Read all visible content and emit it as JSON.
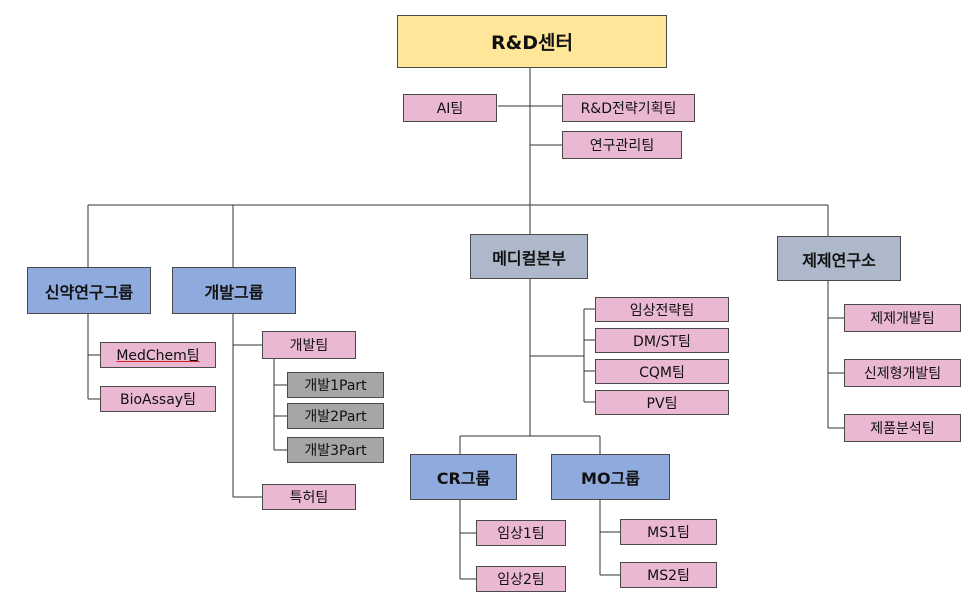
{
  "root": "R&D센터",
  "ai_team": "AI팀",
  "strategy_team": "R&D전략기획팀",
  "research_mgmt": "연구관리팀",
  "drug_research": {
    "name": "신약연구그룹",
    "medchem": "MedChem팀",
    "bioassay": "BioAssay팀"
  },
  "development": {
    "name": "개발그룹",
    "dev_team": "개발팀",
    "parts": [
      "개발1Part",
      "개발2Part",
      "개발3Part"
    ],
    "patent": "특허팀"
  },
  "medical": {
    "name": "메디컬본부",
    "teams": [
      "임상전략팀",
      "DM/ST팀",
      "CQM팀",
      "PV팀"
    ],
    "cr_group": {
      "name": "CR그룹",
      "teams": [
        "임상1팀",
        "임상2팀"
      ]
    },
    "mo_group": {
      "name": "MO그룹",
      "teams": [
        "MS1팀",
        "MS2팀"
      ]
    }
  },
  "formulation": {
    "name": "제제연구소",
    "teams": [
      "제제개발팀",
      "신제형개발팀",
      "제품분석팀"
    ]
  }
}
